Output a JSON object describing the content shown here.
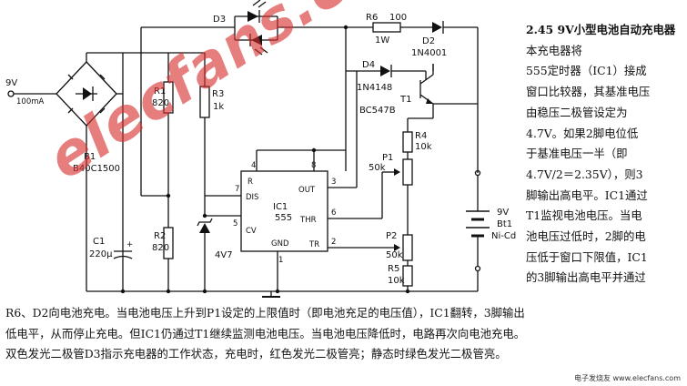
{
  "schematic": {
    "supply_voltage": "9V",
    "supply_current": "100mA",
    "bridge": {
      "ref": "B1",
      "part": "B40C1500"
    },
    "c1": {
      "ref": "C1",
      "value": "220μ"
    },
    "d3": {
      "ref": "D3"
    },
    "r6": {
      "ref": "R6",
      "value": "100",
      "power": "1W"
    },
    "d2": {
      "ref": "D2",
      "part": "1N4001"
    },
    "d4": {
      "ref": "D4",
      "part": "1N4148"
    },
    "t1": {
      "ref": "T1",
      "part": "BC547B"
    },
    "r1": {
      "ref": "R1",
      "value": "820"
    },
    "r2": {
      "ref": "R2",
      "value": "820"
    },
    "r3": {
      "ref": "R3",
      "value": "1k"
    },
    "zener": {
      "value": "4V7"
    },
    "r4": {
      "ref": "R4",
      "value": "10k"
    },
    "p1": {
      "ref": "P1",
      "value": "50k"
    },
    "p2": {
      "ref": "P2",
      "value": "50k"
    },
    "r5": {
      "ref": "R5",
      "value": "10k"
    },
    "battery": {
      "voltage": "9V",
      "ref": "Bt1",
      "type": "Ni-Cd"
    },
    "ic": {
      "ref": "IC1",
      "part": "555",
      "pins": {
        "reset": "R",
        "dis": "DIS",
        "out": "OUT",
        "thr": "THR",
        "cv": "CV",
        "gnd": "GND",
        "tr": "TR"
      },
      "pin_numbers": {
        "p4": "4",
        "p8": "8",
        "p7": "7",
        "p3": "3",
        "p6": "6",
        "p5": "5",
        "p1": "1",
        "p2": "2"
      }
    }
  },
  "watermark": "elecfans.com",
  "side_text": {
    "heading": "2.45  9V小型电池自动充电器",
    "lines": [
      "本充电器将",
      "555定时器（IC1）接成",
      "窗口比较器，其基准电压",
      "由稳压二极管设定为",
      "4.7V。如果2脚电位低",
      "于基准电压一半（即",
      "4.7V/2＝2.35V），则3",
      "脚输出高电平。IC1通过",
      "T1监视电池电压。当电",
      "池电压过低时，2脚的电",
      "压低于窗口下限值，IC1",
      "的3脚输出高电平并通过"
    ]
  },
  "bottom_text": [
    "R6、D2向电池充电。当电池电压上升到P1设定的上限值时（即电池充足的电压值），IC1翻转，3脚输出",
    "低电平，从而停止充电。但IC1仍通过T1继续监测电池电压。当电池电压降低时，电路再次向电池充电。",
    "双色发光二极管D3指示充电器的工作状态，充电时，红色发光二极管亮；静态时绿色发光二极管亮。"
  ],
  "corner_logo": "电子发烧友 www.elecfans.com"
}
